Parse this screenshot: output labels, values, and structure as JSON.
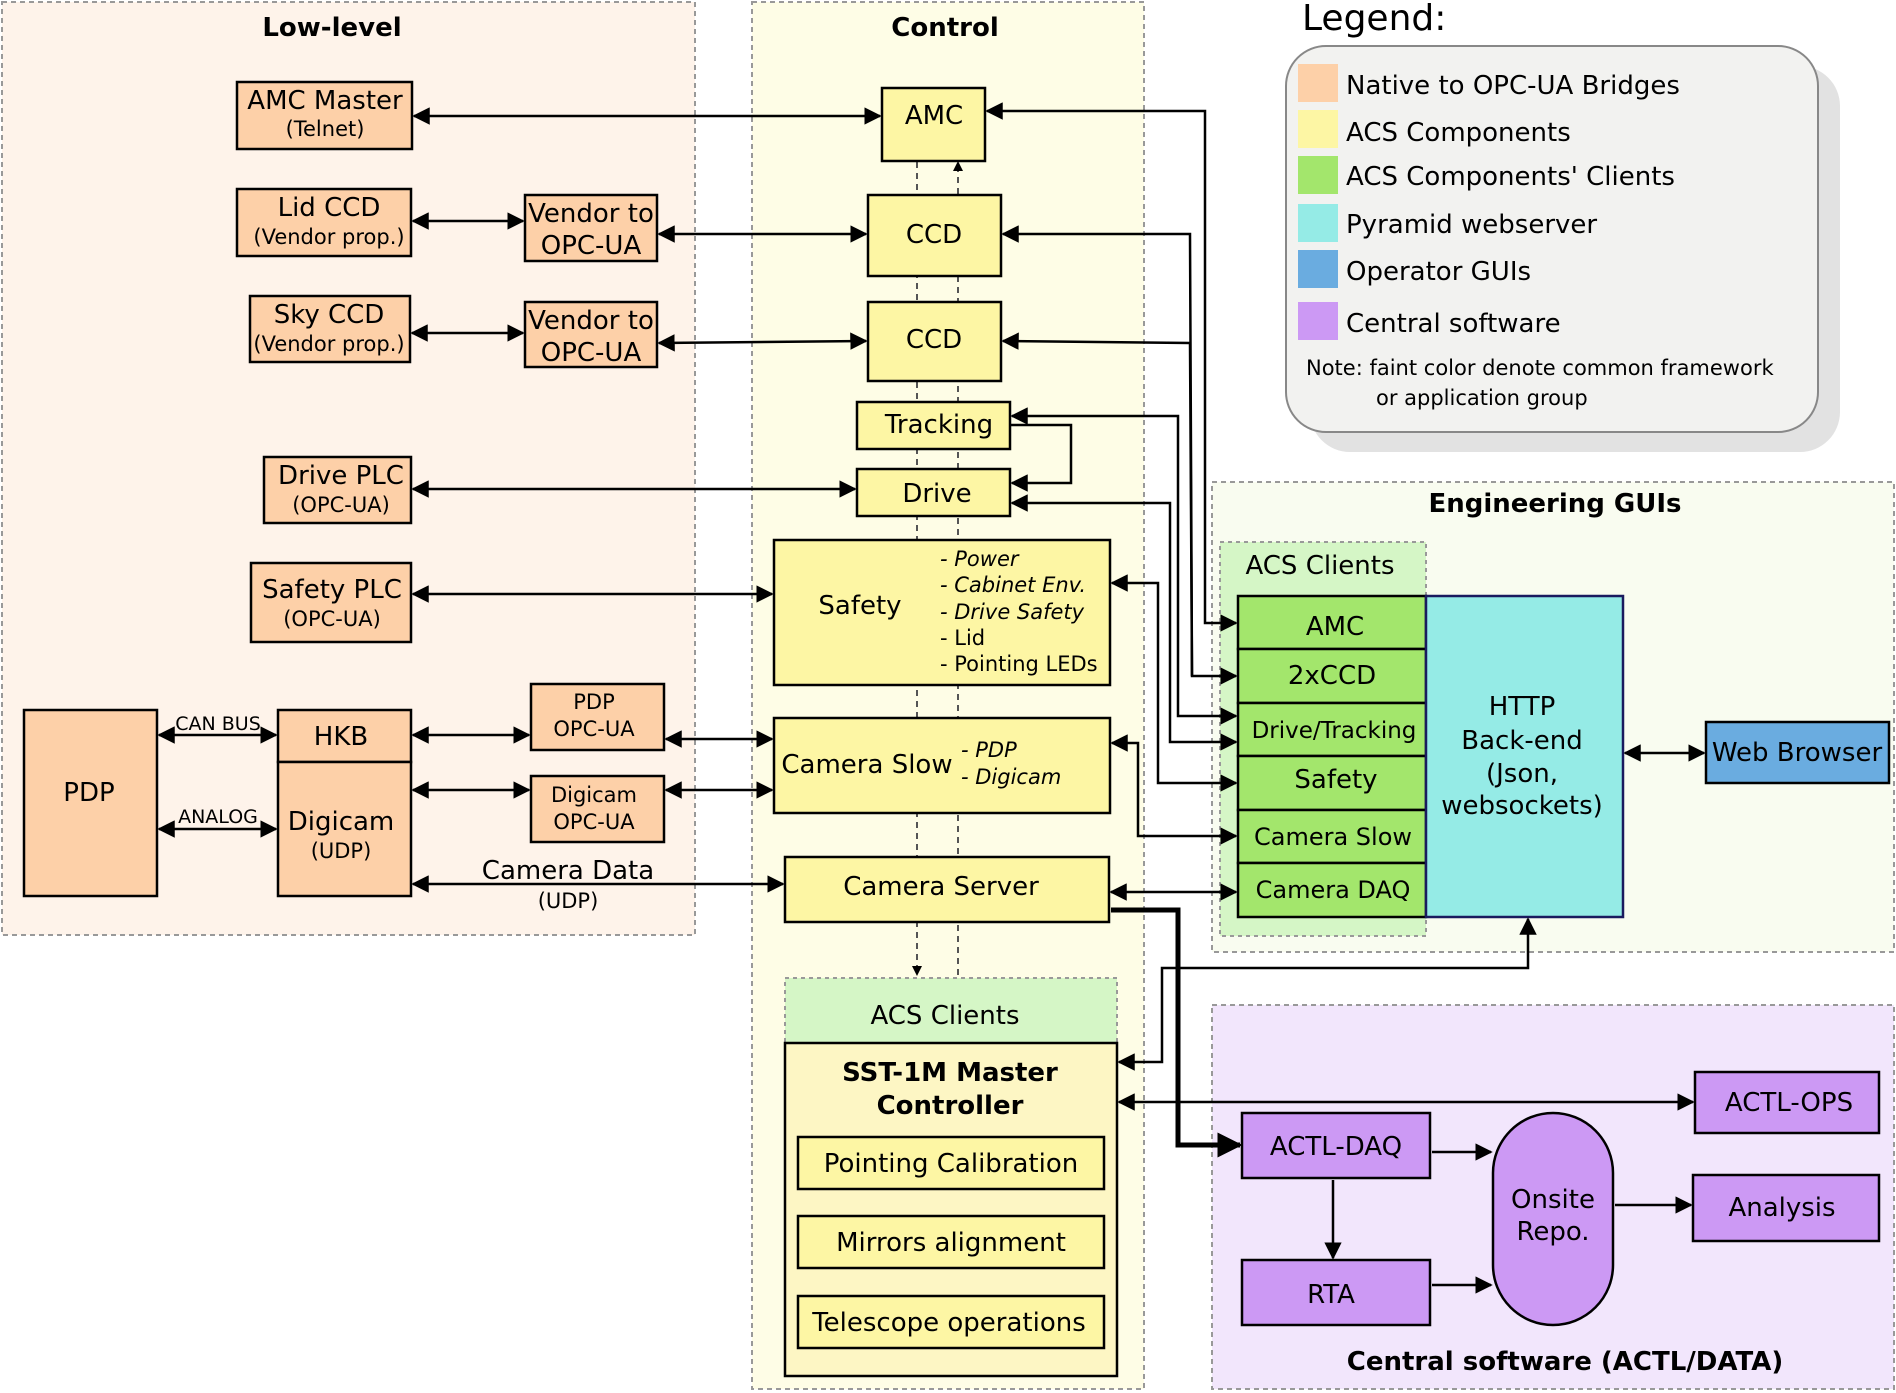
{
  "colors": {
    "native": "#fdd0a8",
    "acs": "#fdf6a4",
    "acs_clients": "#a3e66c",
    "pyramid": "#95ebe6",
    "operator": "#6aace0",
    "central": "#cc99f4",
    "lowlevel_bg": "#fef3ea",
    "control_bg": "#fefde6",
    "eng_bg": "#f9fcf0",
    "central_bg": "#f2e6fc",
    "acs_clients_bg": "#d5f6c6"
  },
  "groups": {
    "lowlevel": "Low-level",
    "control": "Control",
    "engineering": "Engineering GUIs",
    "central": "Central software (ACTL/DATA)",
    "acs_clients_eng": "ACS Clients",
    "acs_clients_ctrl": "ACS Clients"
  },
  "legend": {
    "title": "Legend:",
    "items": [
      {
        "label": "Native to OPC-UA Bridges",
        "color": "#fdd0a8"
      },
      {
        "label": "ACS Components",
        "color": "#fdf6a4"
      },
      {
        "label": "ACS Components' Clients",
        "color": "#a3e66c"
      },
      {
        "label": "Pyramid webserver",
        "color": "#95ebe6"
      },
      {
        "label": "Operator GUIs",
        "color": "#6aace0"
      },
      {
        "label": "Central software",
        "color": "#cc99f4"
      }
    ],
    "note_line1": "Note: faint color denote common framework",
    "note_line2": "or application group"
  },
  "lowlevel": {
    "amc_master": "AMC Master",
    "amc_master_sub": "(Telnet)",
    "lid_ccd": "Lid CCD",
    "lid_ccd_sub": "(Vendor prop.)",
    "sky_ccd": "Sky CCD",
    "sky_ccd_sub": "(Vendor prop.)",
    "vendor1_l1": "Vendor to",
    "vendor1_l2": "OPC-UA",
    "vendor2_l1": "Vendor to",
    "vendor2_l2": "OPC-UA",
    "drive_plc": "Drive PLC",
    "drive_plc_sub": "(OPC-UA)",
    "safety_plc": "Safety PLC",
    "safety_plc_sub": "(OPC-UA)",
    "pdp": "PDP",
    "hkb": "HKB",
    "digicam": "Digicam",
    "digicam_sub": "(UDP)",
    "pdp_opcua_l1": "PDP",
    "pdp_opcua_l2": "OPC-UA",
    "digicam_opcua_l1": "Digicam",
    "digicam_opcua_l2": "OPC-UA",
    "can_bus": "CAN BUS",
    "analog": "ANALOG",
    "camera_data": "Camera Data",
    "camera_data_sub": "(UDP)"
  },
  "control": {
    "amc": "AMC",
    "ccd1": "CCD",
    "ccd2": "CCD",
    "tracking": "Tracking",
    "drive": "Drive",
    "safety": "Safety",
    "safety_items": [
      "- Power",
      "- Cabinet Env.",
      "- Drive Safety",
      "- Lid",
      "- Pointing LEDs"
    ],
    "camera_slow": "Camera Slow",
    "camera_slow_items": [
      "- PDP",
      "- Digicam"
    ],
    "camera_server": "Camera Server",
    "master_l1": "SST-1M Master",
    "master_l2": "Controller",
    "pointing_calibration": "Pointing Calibration",
    "mirrors_alignment": "Mirrors alignment",
    "telescope_operations": "Telescope operations"
  },
  "engineering": {
    "clients": [
      "AMC",
      "2xCCD",
      "Drive/Tracking",
      "Safety",
      "Camera Slow",
      "Camera DAQ"
    ],
    "http_lines": [
      "HTTP",
      "Back-end",
      "(Json,",
      "websockets)"
    ],
    "web_browser": "Web Browser"
  },
  "central": {
    "actl_daq": "ACTL-DAQ",
    "rta": "RTA",
    "repo_l1": "Onsite",
    "repo_l2": "Repo.",
    "actl_ops": "ACTL-OPS",
    "analysis": "Analysis"
  }
}
